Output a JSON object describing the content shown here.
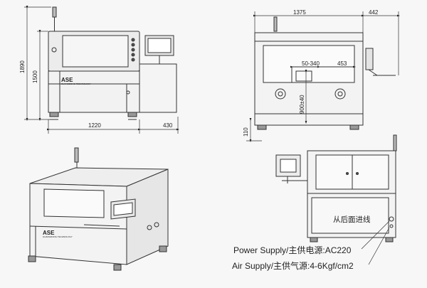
{
  "front_view": {
    "height_total": "1890",
    "height_body": "1500",
    "width": "1220",
    "side_depth": "430",
    "logo": "ASE",
    "logo_subtitle": "GUANGDONG TECHNOLOGY"
  },
  "rear_view": {
    "width": "1375",
    "side": "442",
    "range_x": "50-340",
    "dim_453": "453",
    "range_z": "900±40",
    "base_height": "110"
  },
  "iso_view": {
    "logo": "ASE",
    "logo_subtitle": "GUANGDONG TECHNOLOGY"
  },
  "side_view": {
    "entry_note": "从后面进线",
    "power_supply": "Power Supply/主供电源:AC220",
    "air_supply": "Air Supply/主供气源:4-6Kgf/cm2"
  }
}
